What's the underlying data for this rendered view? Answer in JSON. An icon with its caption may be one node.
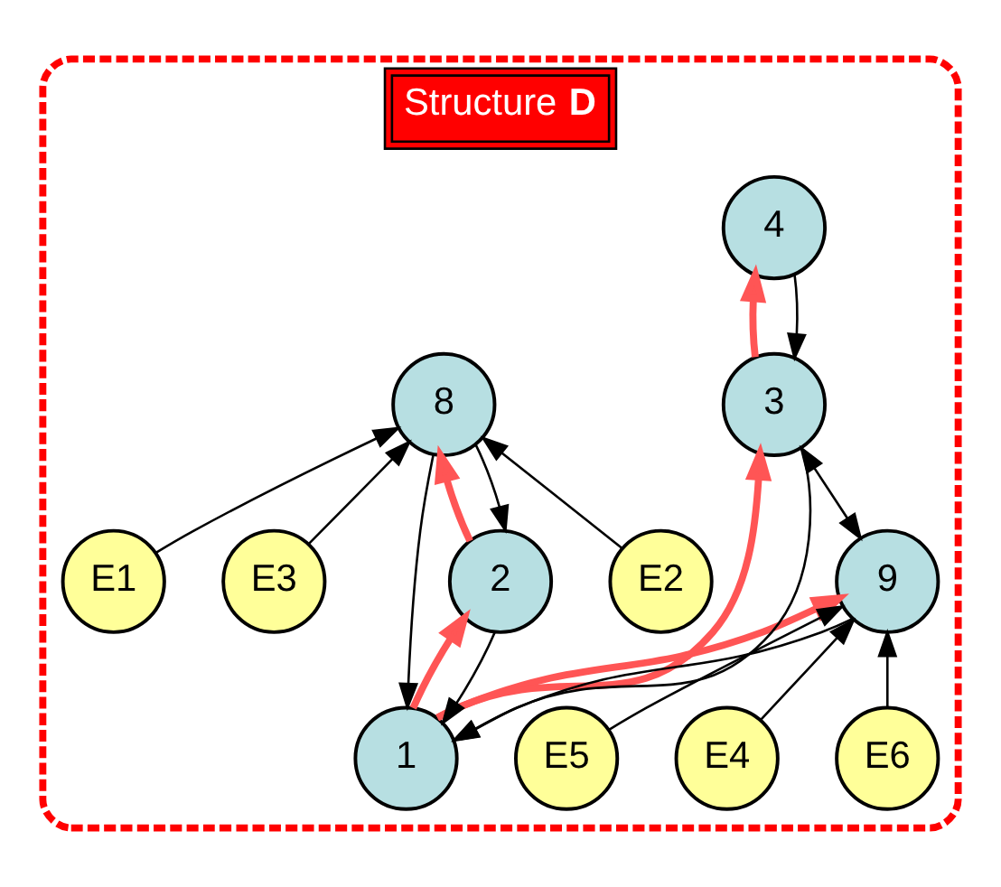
{
  "diagram": {
    "nodes": [
      {
        "text": [
          "Structure **D**"
        ]
      },
      {
        "text": [
          "1"
        ],
        "in": 0
      },
      {
        "text": [
          "2"
        ],
        "in": 0
      },
      {
        "text": [
          "9"
        ],
        "in": 0
      },
      {
        "text": [
          "3"
        ],
        "in": 0
      },
      {
        "text": [
          "8"
        ],
        "in": 0
      },
      {
        "text": [
          "E4"
        ],
        "in": 0
      },
      {
        "text": [
          "E5"
        ],
        "in": 0
      },
      {
        "text": [
          "E6"
        ],
        "in": 0
      },
      {
        "text": [
          "4"
        ],
        "in": 0
      },
      {
        "text": [
          "E1"
        ],
        "in": 0
      },
      {
        "text": [
          "E2"
        ],
        "in": 0
      },
      {
        "text": [
          "E3"
        ],
        "in": 0
      }
    ],
    "edges": [
      {
        "from": 1,
        "to": 2,
        "arrow": "to",
        "style": "thick",
        "color": "#ff5555"
      },
      {
        "from": 1,
        "to": 3,
        "arrow": "to",
        "style": "thick",
        "color": "#ff5555"
      },
      {
        "from": 1,
        "to": 4,
        "arrow": "to",
        "style": "thick",
        "color": "#ff5555"
      },
      {
        "from": 2,
        "to": 1,
        "arrow": "to"
      },
      {
        "from": 5,
        "to": 1,
        "arrow": "to"
      },
      {
        "from": 3,
        "to": 1,
        "arrow": "to"
      },
      {
        "from": 4,
        "to": 1,
        "arrow": "to"
      },
      {
        "from": 3,
        "to": 4,
        "arrow": "both"
      },
      {
        "from": 5,
        "to": 2,
        "arrow": "to"
      },
      {
        "from": 2,
        "to": 5,
        "arrow": "to",
        "style": "thick",
        "color": "#ff5555"
      },
      {
        "from": 4,
        "to": 9,
        "arrow": "to",
        "style": "thick",
        "color": "#ff5555"
      },
      {
        "from": 9,
        "to": 4,
        "arrow": "to"
      },
      {
        "from": 6,
        "to": 3,
        "arrow": "to"
      },
      {
        "from": 7,
        "to": 3,
        "arrow": "to"
      },
      {
        "from": 8,
        "to": 3,
        "arrow": "to"
      },
      {
        "from": 10,
        "to": 5,
        "arrow": "to"
      },
      {
        "from": 11,
        "to": 5,
        "arrow": "to"
      },
      {
        "from": 12,
        "to": 5,
        "arrow": "to"
      }
    ]
  }
}
